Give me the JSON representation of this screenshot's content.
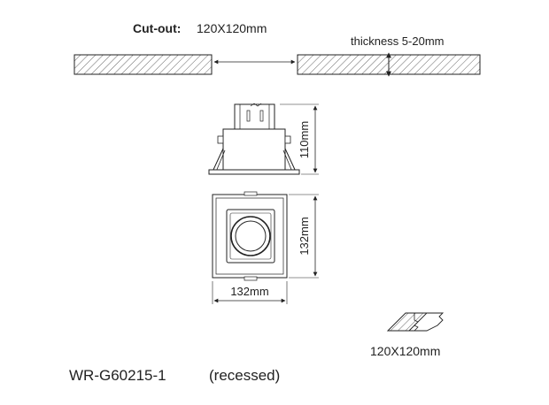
{
  "cutout": {
    "label": "Cut-out:",
    "value": "120X120mm"
  },
  "thickness": {
    "label": "thickness 5-20mm"
  },
  "dimensions": {
    "side_height": "110mm",
    "front_height": "132mm",
    "front_width": "132mm",
    "cutout_symbol": "120X120mm"
  },
  "product": {
    "model": "WR-G60215-1",
    "note": "(recessed)"
  },
  "colors": {
    "line": "#222222",
    "background": "#ffffff"
  }
}
